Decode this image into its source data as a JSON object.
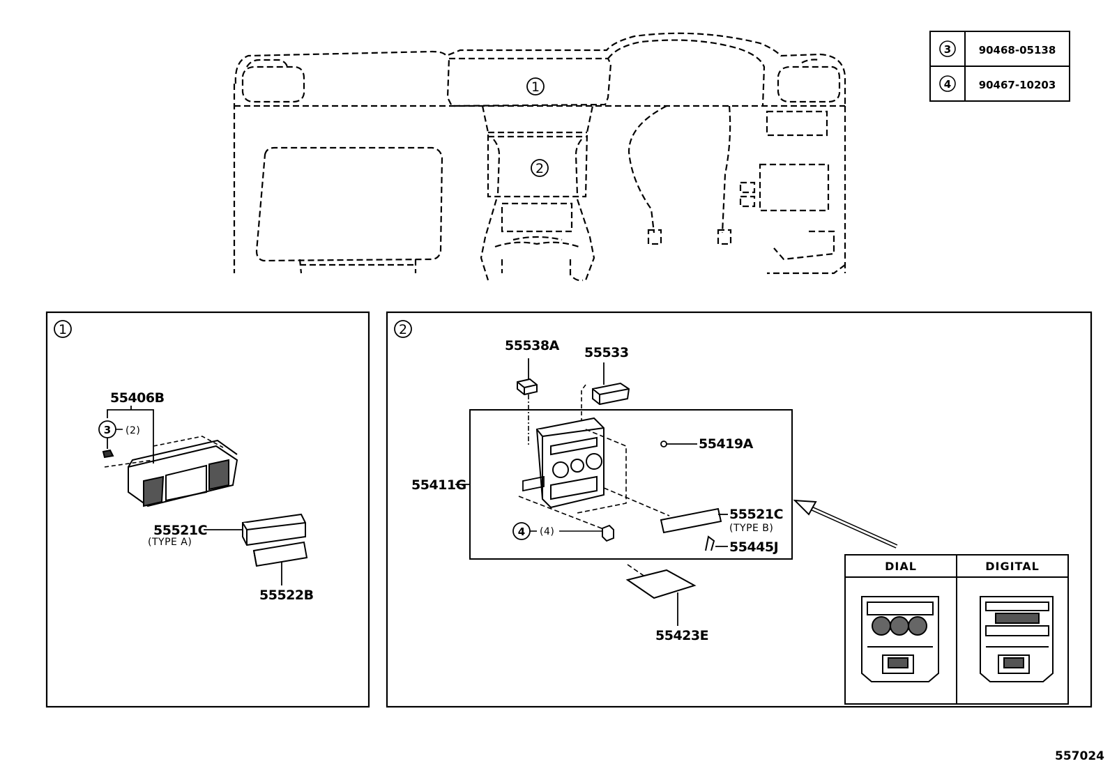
{
  "legend": {
    "rows": [
      {
        "key": "3",
        "part": "90468-05138"
      },
      {
        "key": "4",
        "part": "90467-10203"
      }
    ]
  },
  "overview": {
    "area1": "1",
    "area2": "2"
  },
  "panel1": {
    "tag": "1",
    "callouts": {
      "p55406b": "55406B",
      "clip_key": "3",
      "clip_qty": "(2)",
      "p55521c": "55521C",
      "p55521c_type": "(TYPE A)",
      "p55522b": "55522B"
    }
  },
  "panel2": {
    "tag": "2",
    "callouts": {
      "p55538a": "55538A",
      "p55533": "55533",
      "p55419a": "55419A",
      "p55411g": "55411G",
      "p55521c": "55521C",
      "p55521c_type": "(TYPE B)",
      "screw_key": "4",
      "screw_qty": "(4)",
      "p55445j": "55445J",
      "p55423e": "55423E"
    },
    "variants": [
      {
        "label": "DIAL"
      },
      {
        "label": "DIGITAL"
      }
    ]
  },
  "ref_number": "557024"
}
